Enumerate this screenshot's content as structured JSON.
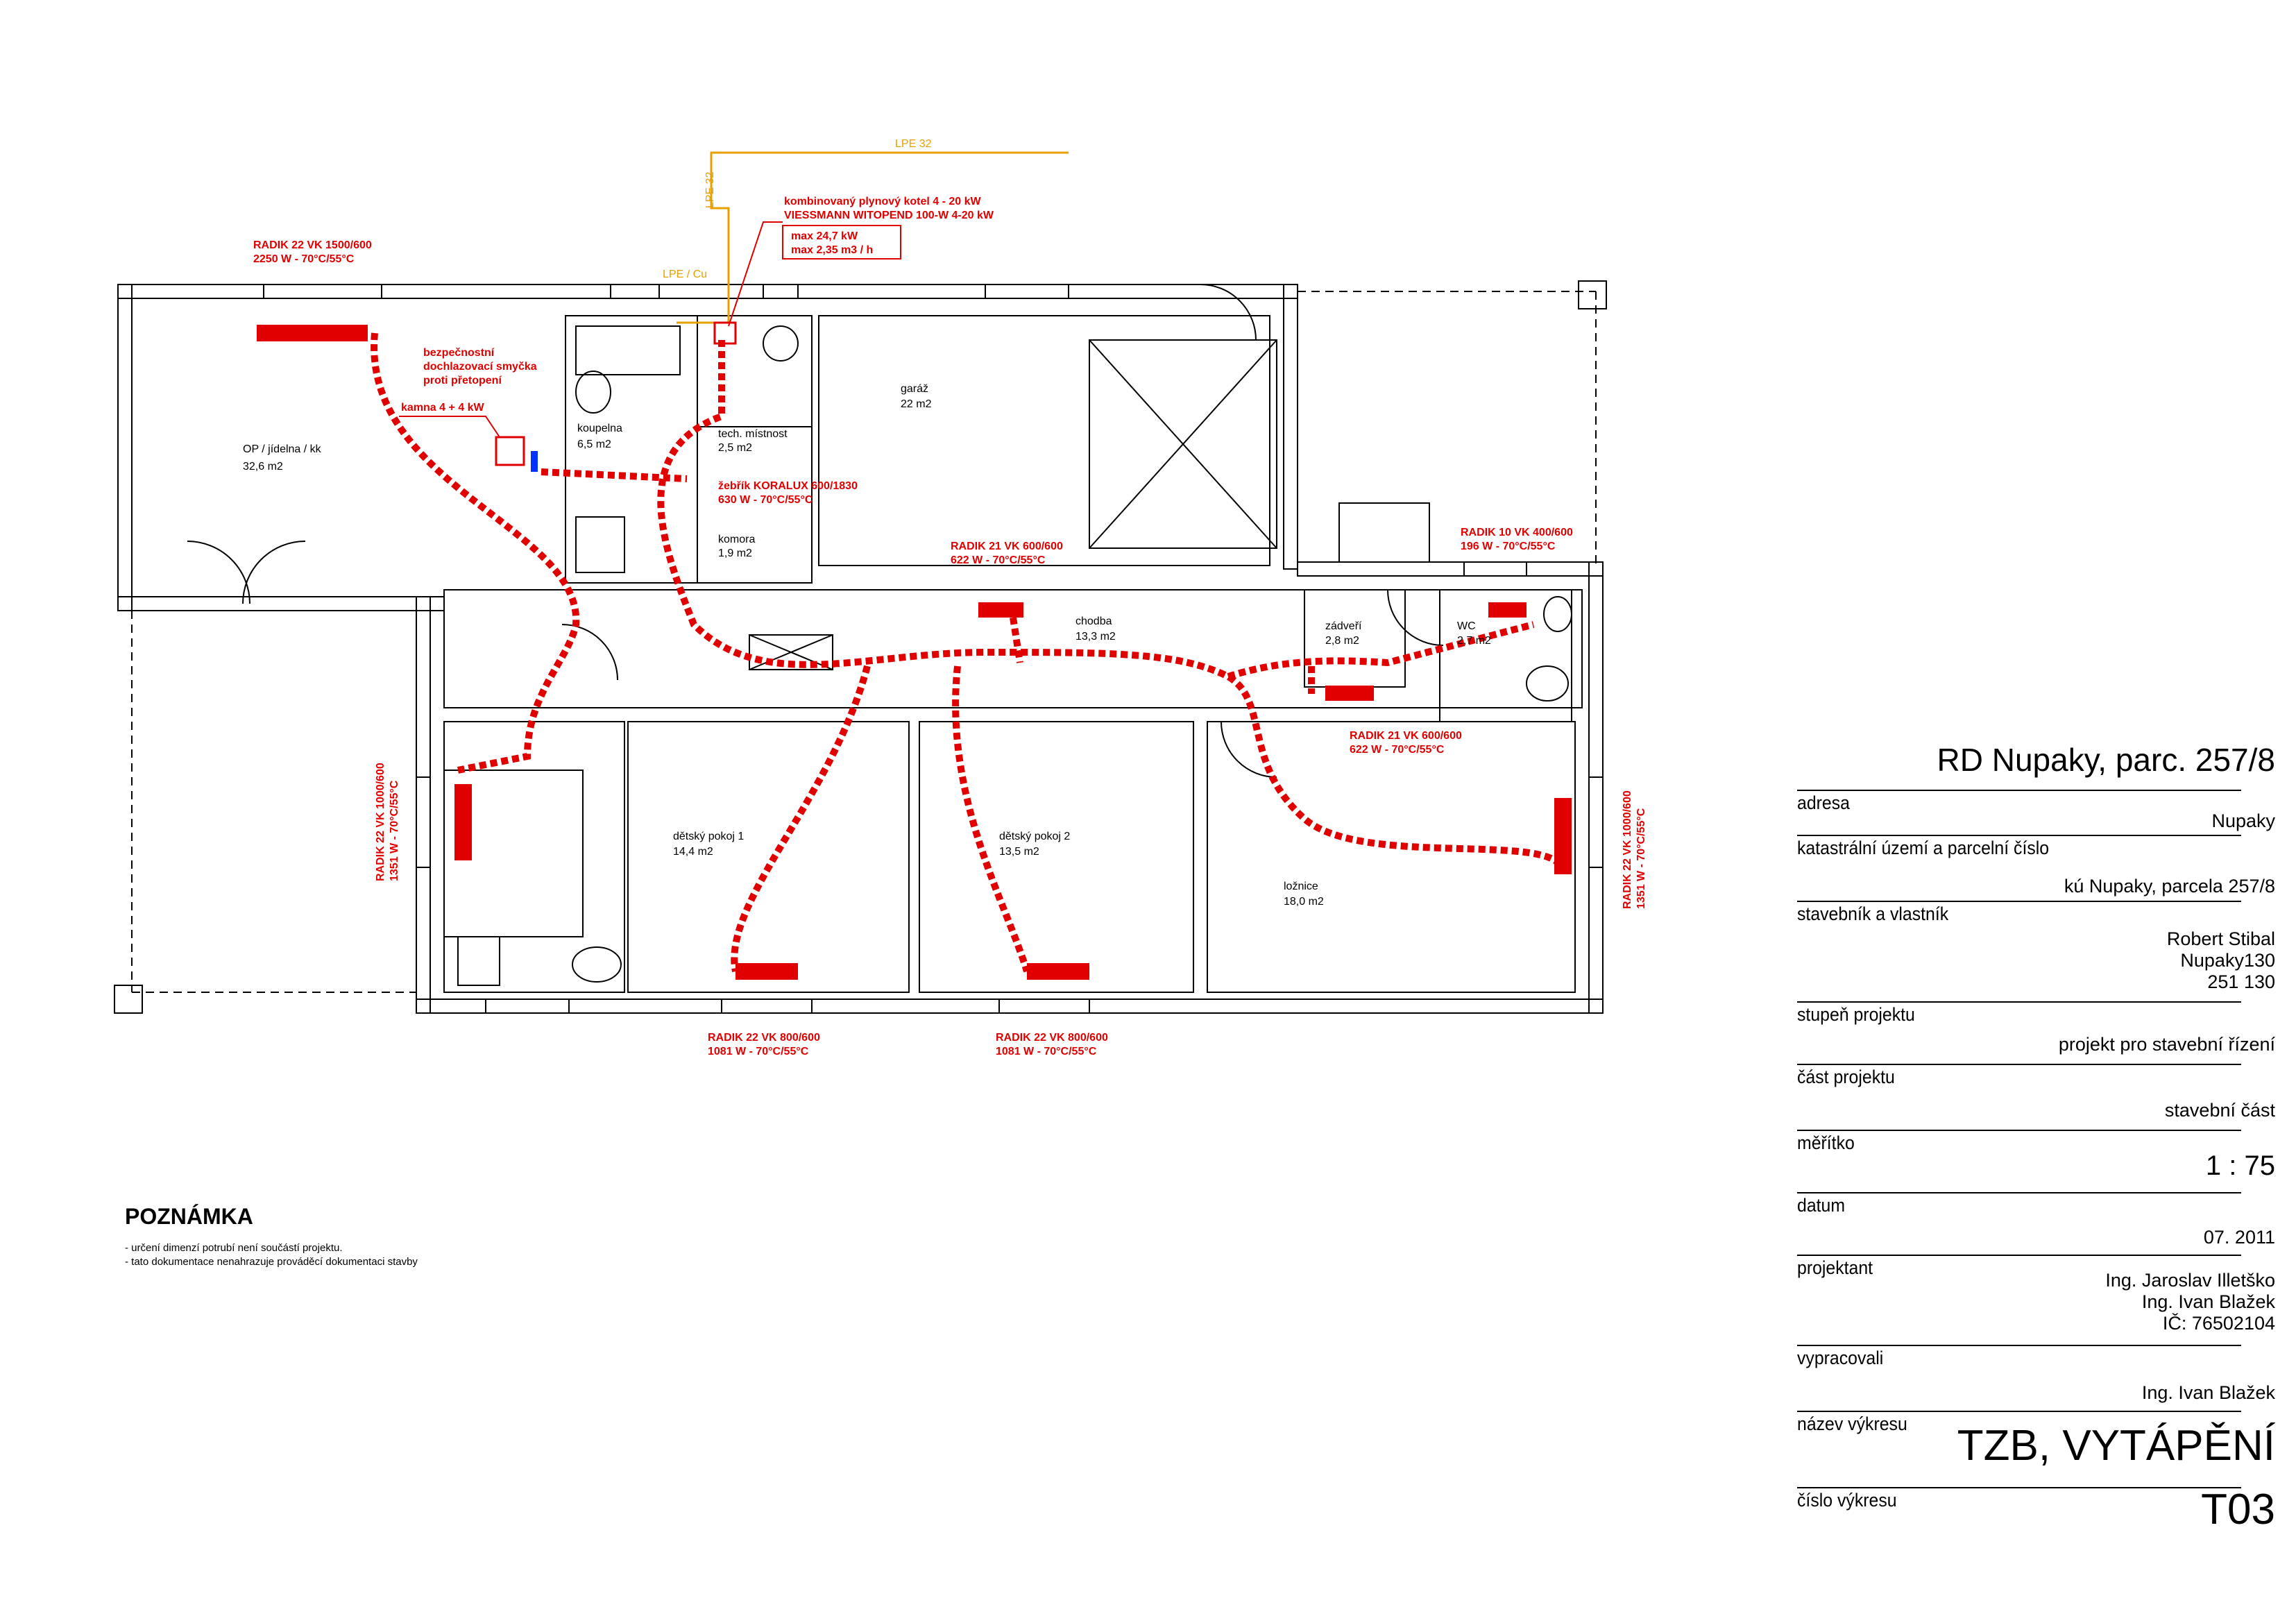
{
  "rooms": [
    {
      "name": "OP / jídelna / kk",
      "area": "32,6  m2"
    },
    {
      "name": "koupelna",
      "area": "6,5  m2"
    },
    {
      "name": "tech. místnost",
      "area": "2,5  m2"
    },
    {
      "name": "komora",
      "area": "1,9  m2"
    },
    {
      "name": "garáž",
      "area": "22  m2"
    },
    {
      "name": "chodba",
      "area": "13,3  m2"
    },
    {
      "name": "zádveří",
      "area": "2,8  m2"
    },
    {
      "name": "WC",
      "area": "2,7  m2"
    },
    {
      "name": "dětský pokoj 1",
      "area": "14,4  m2"
    },
    {
      "name": "dětský pokoj 2",
      "area": "13,5  m2"
    },
    {
      "name": "ložnice",
      "area": "18,0  m2"
    }
  ],
  "radiators": [
    {
      "type": "RADIK 22 VK 1500/600",
      "spec": "2250 W -  70°C/55°C"
    },
    {
      "type": "RADIK 21 VK 600/600",
      "spec": "622 W -  70°C/55°C"
    },
    {
      "type": "RADIK 10 VK 400/600",
      "spec": "196 W -  70°C/55°C"
    },
    {
      "type": "RADIK 21 VK 600/600",
      "spec": "622 W -  70°C/55°C"
    },
    {
      "type": "RADIK 22 VK 800/600",
      "spec": "1081 W -  70°C/55°C"
    },
    {
      "type": "RADIK 22 VK 800/600",
      "spec": "1081 W -  70°C/55°C"
    },
    {
      "type": "RADIK 22 VK 1000/600",
      "spec": "1351 W -  70°C/55°C"
    },
    {
      "type": "RADIK 22 VK 1000/600",
      "spec": "1351 W -  70°C/55°C"
    }
  ],
  "ladder": {
    "type": "žebřík KORALUX 600/1830",
    "spec": "630 W -  70°C/55°C"
  },
  "boiler": {
    "line1": "kombinovaný plynový kotel 4 - 20 kW",
    "line2": "VIESSMANN WITOPEND 100-W 4-20 kW",
    "max1": "max 24,7 kW",
    "max2": "max 2,35 m3 / h"
  },
  "safety": {
    "line1": "bezpečnostní",
    "line2": "dochlazovací smyčka",
    "line3": "proti přetopení"
  },
  "stove": "kamna 4 + 4 kW",
  "gas": {
    "pipe1": "LPE 32",
    "pipe2": "LPE 32",
    "pipe3": "LPE / Cu"
  },
  "note": {
    "title": "POZNÁMKA",
    "line1": "- určení dimenzí potrubí není součástí projektu.",
    "line2": "- tato dokumentace nenahrazuje prováděcí dokumentaci stavby"
  },
  "title_block": {
    "project": "RD Nupaky, parc. 257/8",
    "address_label": "adresa",
    "address": "Nupaky",
    "cadastre_label": "katastrální území a parcelní číslo",
    "cadastre": "kú Nupaky, parcela 257/8",
    "owner_label": "stavebník a vlastník",
    "owner": "Robert Stibal\nNupaky130\n251 130",
    "stage_label": "stupeň projektu",
    "stage": "projekt pro stavební řízení",
    "part_label": "část projektu",
    "part": "stavební část",
    "scale_label": "měřítko",
    "scale": "1 : 75",
    "date_label": "datum",
    "date": "07. 2011",
    "designer_label": "projektant",
    "designer": "Ing. Jaroslav Illetško\nIng. Ivan Blažek\nIČ: 76502104",
    "prepared_label": "vypracovali",
    "prepared": "Ing. Ivan Blažek",
    "drawing_label": "název výkresu",
    "drawing": "TZB, VYTÁPĚNÍ",
    "number_label": "číslo výkresu",
    "number": "T03"
  },
  "colors": {
    "heating": "#e00000",
    "gas": "#e8a000",
    "walls": "#000000"
  }
}
